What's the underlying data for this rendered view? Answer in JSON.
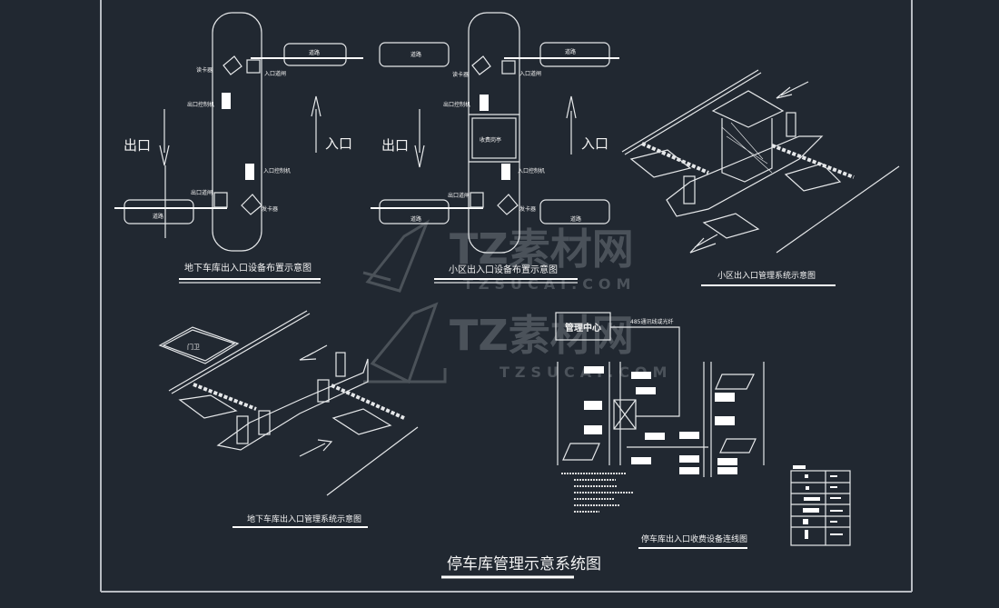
{
  "drawing": {
    "main_title": "停车库管理示意系统图",
    "watermark": {
      "brand": "TZ素材网",
      "url": "TZSUCAI.COM"
    },
    "colors": {
      "background": "#212831",
      "line": "#e6e8ea",
      "frame": "#b8bcc2"
    }
  },
  "panel_underground_layout": {
    "title": "地下车库出入口设备布置示意图",
    "exit_label": "出口",
    "entry_label": "入口",
    "labels": {
      "road_top": "道路",
      "road_bottom": "道路",
      "card_reader": "读卡器",
      "entry_barrier": "入口道闸",
      "exit_controller": "出口控制机",
      "entry_controller": "入口控制机",
      "exit_barrier": "出口道闸",
      "card_dispenser": "发卡器"
    }
  },
  "panel_community_layout": {
    "title": "小区出入口设备布置示意图",
    "exit_label": "出口",
    "entry_label": "入口",
    "labels": {
      "road_tl": "道路",
      "road_tr": "道路",
      "road_bl": "道路",
      "road_br": "道路",
      "card_reader": "读卡器",
      "entry_barrier": "入口道闸",
      "exit_controller": "出口控制机",
      "booth": "收费岗亭",
      "entry_controller": "入口控制机",
      "exit_barrier": "出口道闸",
      "card_dispenser": "发卡器"
    }
  },
  "panel_community_iso": {
    "title": "小区出入口管理系统示意图"
  },
  "panel_underground_iso": {
    "title": "地下车库出入口管理系统示意图",
    "gate_label": "门卫"
  },
  "panel_wiring": {
    "title": "停车库出入口收费设备连线图",
    "center_label": "管理中心",
    "cable_label": "485通讯线或光纤",
    "note_lines": 7
  },
  "legend": {
    "rows": 6
  }
}
